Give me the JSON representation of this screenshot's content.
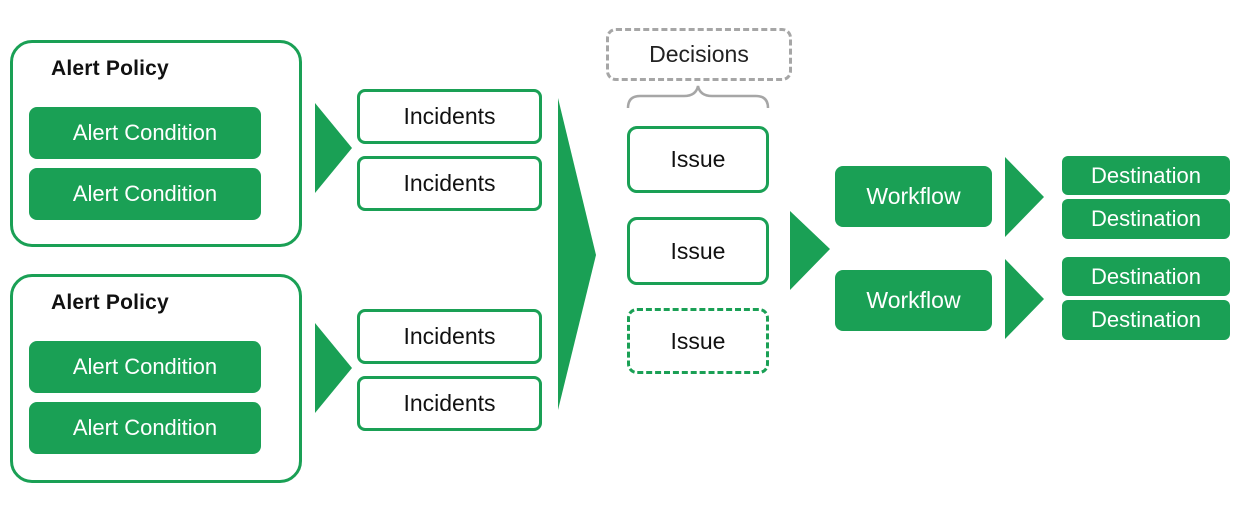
{
  "colors": {
    "accent": "#1aa055",
    "bracket": "#a6a6a6"
  },
  "policies": [
    {
      "title": "Alert Policy",
      "conditions": [
        "Alert Condition",
        "Alert Condition"
      ]
    },
    {
      "title": "Alert Policy",
      "conditions": [
        "Alert Condition",
        "Alert Condition"
      ]
    }
  ],
  "incidents": [
    "Incidents",
    "Incidents",
    "Incidents",
    "Incidents"
  ],
  "decisions": {
    "label": "Decisions"
  },
  "issues": [
    "Issue",
    "Issue",
    "Issue"
  ],
  "workflows": [
    "Workflow",
    "Workflow"
  ],
  "destinations": [
    "Destination",
    "Destination",
    "Destination",
    "Destination"
  ]
}
